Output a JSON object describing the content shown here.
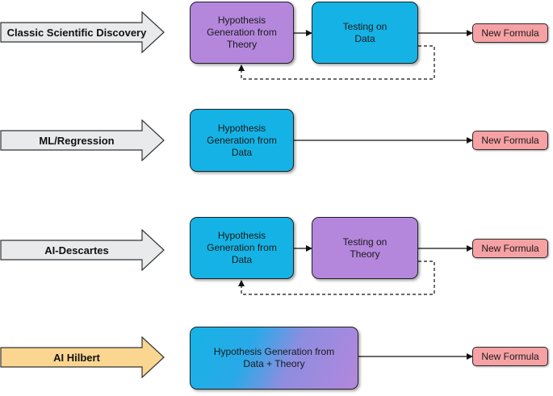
{
  "rows": [
    {
      "name": "Classic Scientific Discovery",
      "box1": "Hypothesis\nGeneration from\nTheory",
      "box2": "Testing on\nData",
      "output": "New Formula"
    },
    {
      "name": "ML/Regression",
      "box1": "Hypothesis\nGeneration from\nData",
      "output": "New Formula"
    },
    {
      "name": "AI-Descartes",
      "box1": "Hypothesis\nGeneration from\nData",
      "box2": "Testing on\nTheory",
      "output": "New Formula"
    },
    {
      "name": "AI Hilbert",
      "box1": "Hypothesis Generation from\nData + Theory",
      "output": "New Formula"
    }
  ],
  "colors": {
    "theory": "#b487dc",
    "data": "#15b3e5",
    "output": "#f6a1a4",
    "label_arrow": "#e9eaec",
    "label_arrow_highlight": "#fbd690"
  }
}
